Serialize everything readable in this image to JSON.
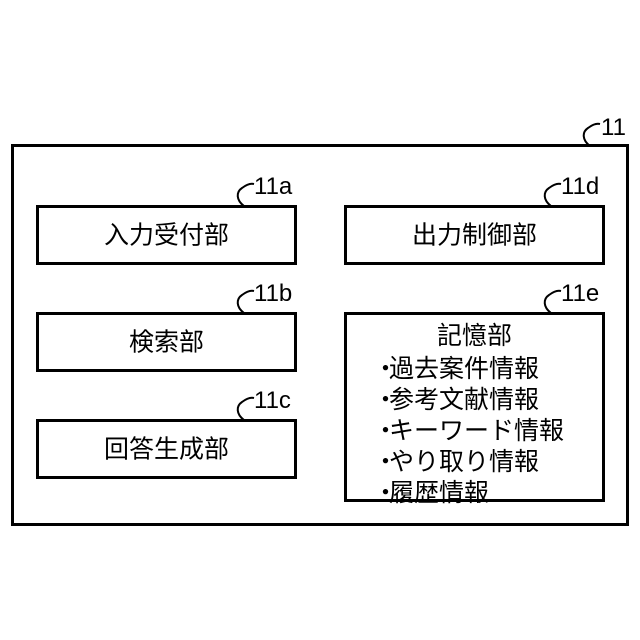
{
  "device": {
    "ref": "11"
  },
  "blocks": [
    {
      "id": "input",
      "label": "入力受付部",
      "ref": "11a"
    },
    {
      "id": "search",
      "label": "検索部",
      "ref": "11b"
    },
    {
      "id": "answer",
      "label": "回答生成部",
      "ref": "11c"
    },
    {
      "id": "output",
      "label": "出力制御部",
      "ref": "11d"
    }
  ],
  "storage": {
    "label": "記憶部",
    "ref": "11e",
    "bullet": "・",
    "items": [
      "過去案件情報",
      "参考文献情報",
      "キーワード情報",
      "やり取り情報",
      "履歴情報"
    ]
  }
}
